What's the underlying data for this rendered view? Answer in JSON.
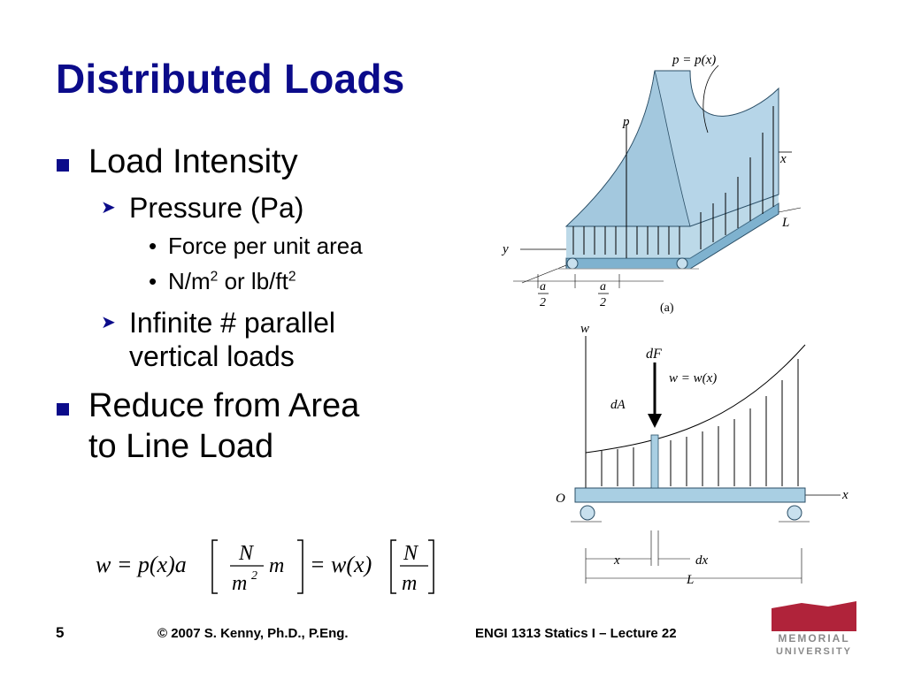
{
  "slide": {
    "title": "Distributed Loads",
    "bullets": {
      "b1": "Load Intensity",
      "b1_sub1": "Pressure (Pa)",
      "b1_sub1_a": "Force per unit area",
      "b1_sub1_b_pre": "N/m",
      "b1_sub1_b_sup1": "2",
      "b1_sub1_b_mid": " or lb/ft",
      "b1_sub1_b_sup2": "2",
      "b1_sub2_line1": "Infinite # parallel",
      "b1_sub2_line2": "vertical loads",
      "b2_line1": "Reduce from Area",
      "b2_line2": "to Line Load"
    },
    "equation": {
      "lhs": "w = p(x)a",
      "unit1_num": "N",
      "unit1_den": "m",
      "unit1_den_sup": "2",
      "unit1_tail": "m",
      "mid": "= w(x)",
      "unit2_num": "N",
      "unit2_den": "m"
    }
  },
  "figure_a": {
    "label_top": "p = p(x)",
    "label_p": "p",
    "label_x": "x",
    "label_y": "y",
    "label_L": "L",
    "label_a1_num": "a",
    "label_a1_den": "2",
    "label_a2_num": "a",
    "label_a2_den": "2",
    "caption": "(a)"
  },
  "figure_b": {
    "label_w": "w",
    "label_dF": "dF",
    "label_curve": "w = w(x)",
    "label_dA": "dA",
    "label_O": "O",
    "label_x_axis": "x",
    "label_x_dim": "x",
    "label_dx": "dx",
    "label_L": "L"
  },
  "footer": {
    "page": "5",
    "copyright": "© 2007 S. Kenny, Ph.D., P.Eng.",
    "course": "ENGI 1313 Statics I – Lecture 22"
  },
  "logo": {
    "line1": "MEMORIAL",
    "line2": "UNIVERSITY"
  },
  "colors": {
    "title": "#0b0b8a",
    "accent": "#0b0b8a",
    "beam_blue": "#a9cfe3",
    "logo_red": "#b0233a"
  }
}
